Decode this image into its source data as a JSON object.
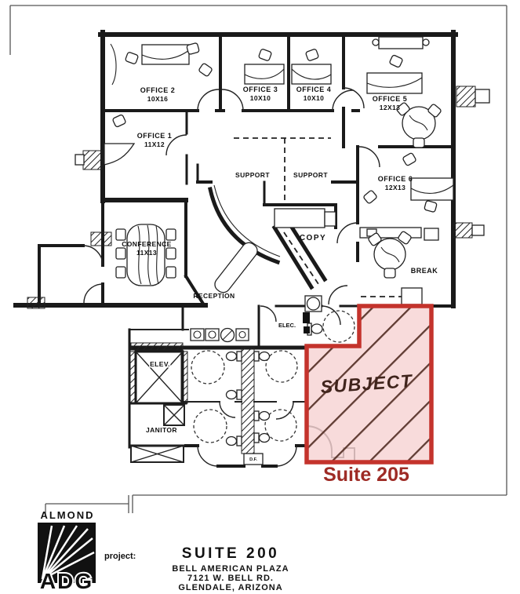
{
  "plan": {
    "rooms": {
      "office1": {
        "name": "OFFICE 1",
        "size": "11X12"
      },
      "office2": {
        "name": "OFFICE 2",
        "size": "10X16"
      },
      "office3": {
        "name": "OFFICE 3",
        "size": "10X10"
      },
      "office4": {
        "name": "OFFICE 4",
        "size": "10X10"
      },
      "office5": {
        "name": "OFFICE 5",
        "size": "12X13"
      },
      "office6": {
        "name": "OFFICE 6",
        "size": "12X13"
      },
      "conference": {
        "name": "CONFERENCE",
        "size": "11X13"
      },
      "support_left": "SUPPORT",
      "support_right": "SUPPORT",
      "copy": "COPY",
      "reception": "RECEPTION",
      "break_room": "BREAK",
      "elec": "ELEC.",
      "elev": "ELEV.",
      "janitor": "JANITOR",
      "drinking_fountain": "D.F."
    },
    "highlight": {
      "label": "SUBJECT",
      "caption": "Suite 205",
      "fill": "#f6d3d3",
      "border": "#c4332c",
      "hatch": "#4f2a20",
      "caption_color": "#9e2b25"
    }
  },
  "titleblock": {
    "firm_name": "ALMOND",
    "firm_initials": "ADG",
    "project_label": "project:",
    "project_suite": "SUITE 200",
    "project_building": "BELL AMERICAN PLAZA",
    "project_address": "7121 W. BELL RD.",
    "project_city": "GLENDALE, ARIZONA"
  }
}
